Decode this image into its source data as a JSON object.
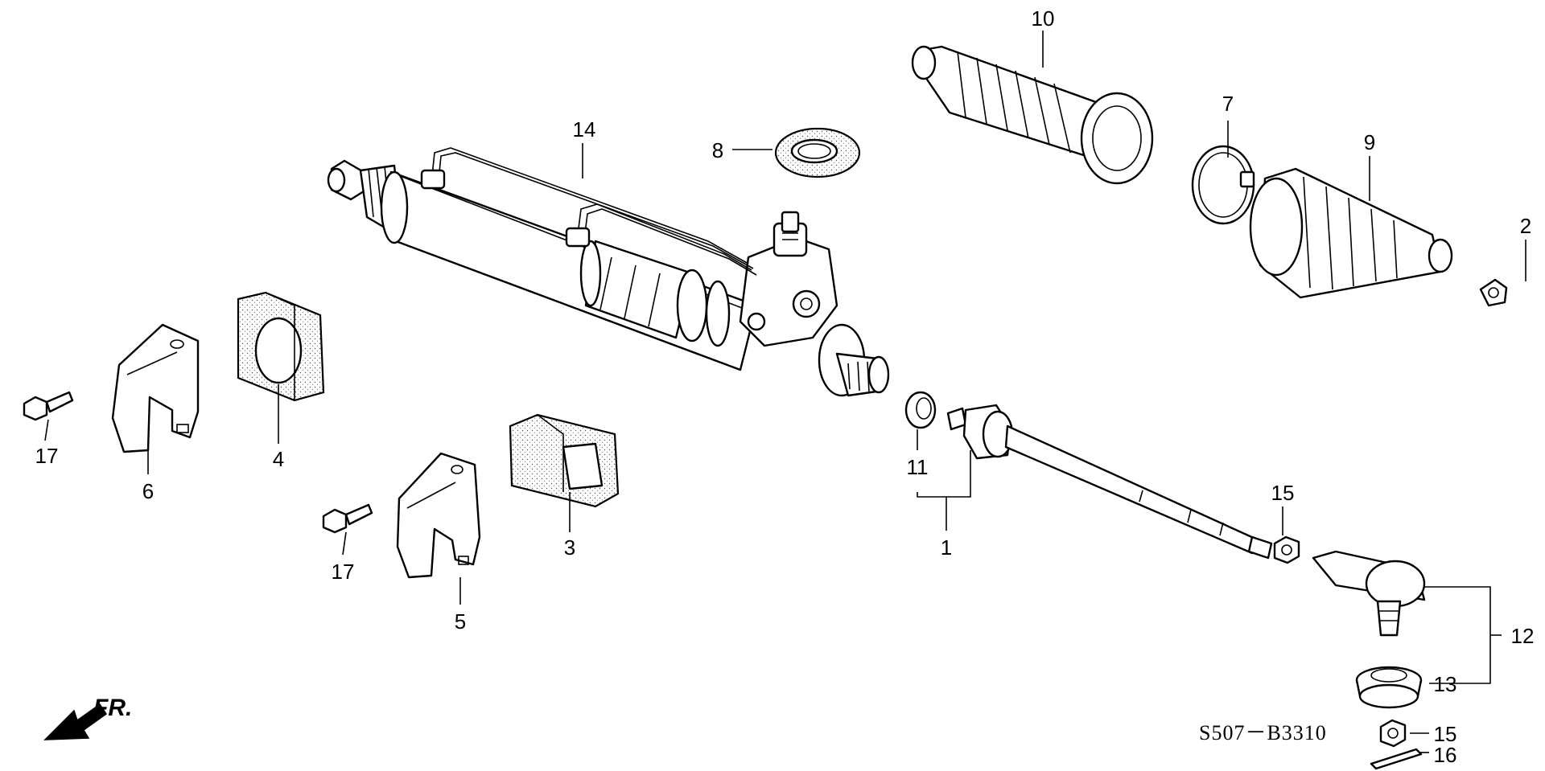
{
  "diagram": {
    "code": "S507－B3310",
    "direction_label": "FR.",
    "callouts": {
      "c1": "1",
      "c2": "2",
      "c3": "3",
      "c4": "4",
      "c5": "5",
      "c6": "6",
      "c7": "7",
      "c8": "8",
      "c9": "9",
      "c10": "10",
      "c11": "11",
      "c12": "12",
      "c13": "13",
      "c14": "14",
      "c15a": "15",
      "c15b": "15",
      "c16": "16",
      "c17a": "17",
      "c17b": "17"
    }
  }
}
